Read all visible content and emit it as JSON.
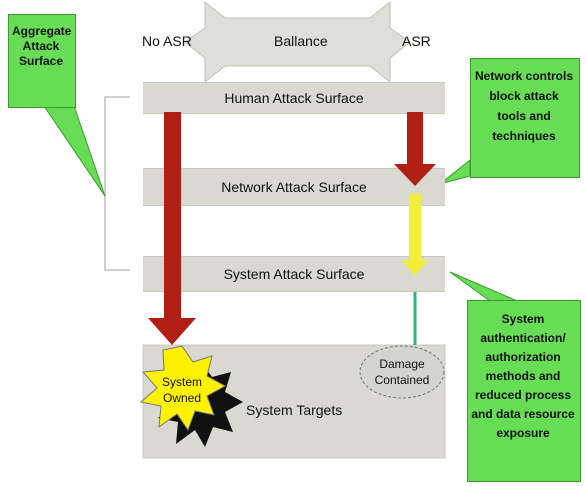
{
  "balance_arrow": {
    "label": "Ballance",
    "left_label": "No ASR",
    "right_label": "ASR"
  },
  "layers": {
    "human": "Human Attack Surface",
    "network": "Network Attack Surface",
    "system": "System Attack Surface"
  },
  "targets": {
    "label": "System Targets",
    "owned_burst": "System Owned",
    "contained_oval": "Damage Contained"
  },
  "callouts": {
    "aggregate": "Aggregate Attack Surface",
    "network_controls": "Network controls block attack tools and techniques",
    "system_auth": "System authentication/ authorization methods and reduced process and data resource exposure"
  },
  "colors": {
    "band": "#d9d9d2",
    "callout_green": "#66dd55",
    "arrow_red": "#b22015",
    "arrow_yellow": "#f3ee3a",
    "line_green": "#2bb673",
    "burst_yellow": "#fff200"
  }
}
